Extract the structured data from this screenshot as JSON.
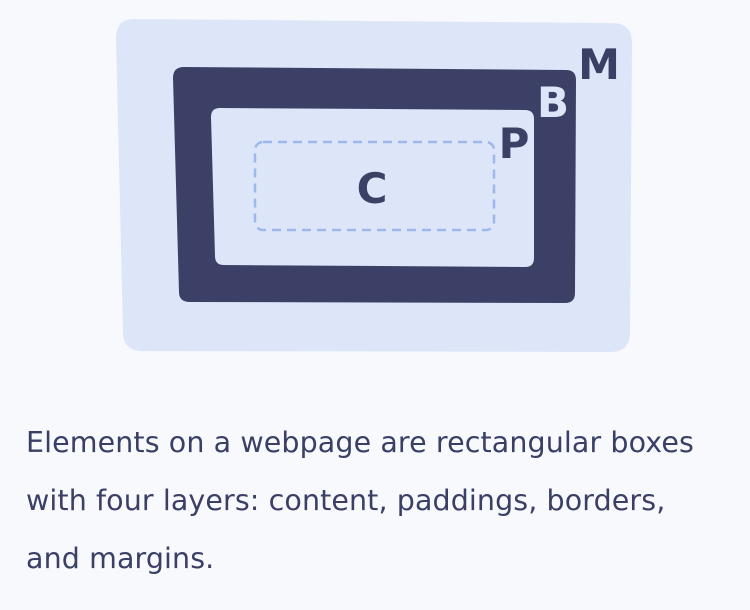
{
  "diagram": {
    "labels": {
      "margin": "M",
      "border": "B",
      "padding": "P",
      "content": "C"
    },
    "colors": {
      "margin": "#dde6f8",
      "border": "#3c4066",
      "padding": "#dde6f8",
      "content_outline": "#9cb8ec",
      "border_label": "#dde6f8",
      "text": "#3a3f66",
      "background": "#f8f9fc"
    }
  },
  "caption": {
    "text": "Elements on a webpage are rectangular boxes with four layers: content, paddings, borders, and margins."
  }
}
